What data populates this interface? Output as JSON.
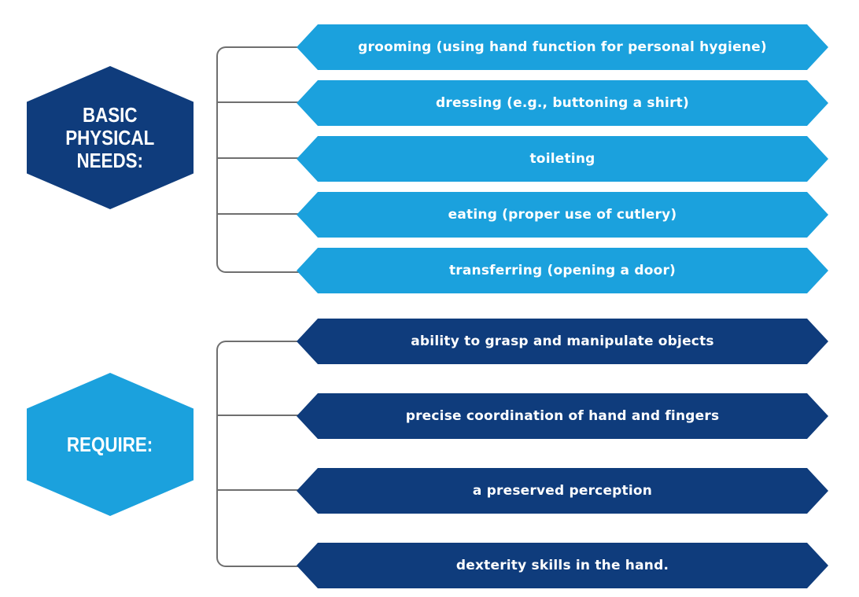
{
  "basic_needs": {
    "label": "BASIC\nPHYSICAL\nNEEDS:",
    "items": [
      "grooming (using hand function for personal hygiene)",
      "dressing (e.g., buttoning a shirt)",
      "toileting",
      "eating (proper use of cutlery)",
      "transferring (opening a door)"
    ]
  },
  "require": {
    "label": "REQUIRE:",
    "items": [
      "ability to grasp and manipulate objects",
      "precise coordination of hand and fingers",
      "a preserved perception",
      "dexterity skills in the hand."
    ]
  },
  "colors": {
    "light_blue": "#1ba1dd",
    "dark_blue": "#0f3c7c",
    "connector": "#6f6f6f"
  }
}
